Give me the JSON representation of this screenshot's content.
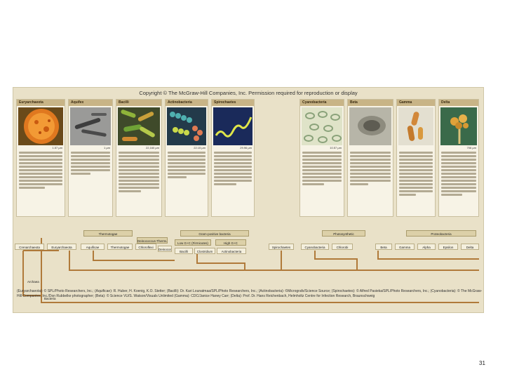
{
  "copyright": "Copyright © The McGraw-Hill Companies, Inc. Permission required for reproduction or display",
  "cards": [
    {
      "label": "Euryarchaeota",
      "scale": "1.57 µm",
      "img": "orange-cell"
    },
    {
      "label": "Aquifex",
      "scale": "1 µm",
      "img": "grey-rods"
    },
    {
      "label": "Bacilli",
      "scale": "22,160 µm",
      "img": "green-rods"
    },
    {
      "label": "Actinobacteria",
      "scale": "22.15 µm",
      "img": "teal-chains"
    },
    {
      "label": "Spirochaetes",
      "scale": "29.96 µm",
      "img": "spiral"
    },
    {
      "label": "Cyanobacteria",
      "scale": "10.57 µm",
      "img": "pale-cells"
    },
    {
      "label": "Beta",
      "scale": "",
      "img": "gray-cell"
    },
    {
      "label": "Gamma",
      "scale": "",
      "img": "orange-rods"
    },
    {
      "label": "Delta",
      "scale": "706 µm",
      "img": "fruiting"
    }
  ],
  "tree": {
    "group_labels": [
      "Thermotogae",
      "Gram-positive bacteria",
      "Photosynthetic",
      "Proteobacteria",
      "Low G+C (Firmicutes)",
      "High G+C",
      "Deinococcus-Thermus"
    ],
    "leaves": [
      "Crenarchaeota",
      "Euryarchaeota",
      "Aquificae",
      "Thermotogae",
      "Chloroflexi",
      "Deinococcus-Thermus",
      "Bacilli",
      "Clostridium",
      "Actinobacteria",
      "Spirochaetes",
      "Cyanobacteria",
      "Chlorobi",
      "Beta",
      "Gamma",
      "Alpha",
      "Epsilon",
      "Delta"
    ],
    "archaea_label": "Archaea",
    "bacteria_label": "Bacteria"
  },
  "credits": "(Euryarchaeota): © SPL/Photo Researchers, Inc.; (Aquificae): R. Huber, H. Koenig, K.O. Stetter; (Bacilli): Dr. Kari Lounatmaa/SPL/Photo Researchers, Inc.; (Actinobacteria): ©Micrografx/Science Source; (Spirochaetes): © Alfred Pasieka/SPL/Photo Researchers, Inc.; (Cyanobacteria): © The McGraw-Hill Companies, Inc./Don Rubbelke photographer; (Beta): © Science VU/S. Watson/Visuals Unlimited (Gamma): CDC/Janice Haney Carr; (Delta): Prof. Dr. Hans Reichenbach, Helmholtz Centre for Infection Research, Braunschweig",
  "page_number": "31"
}
